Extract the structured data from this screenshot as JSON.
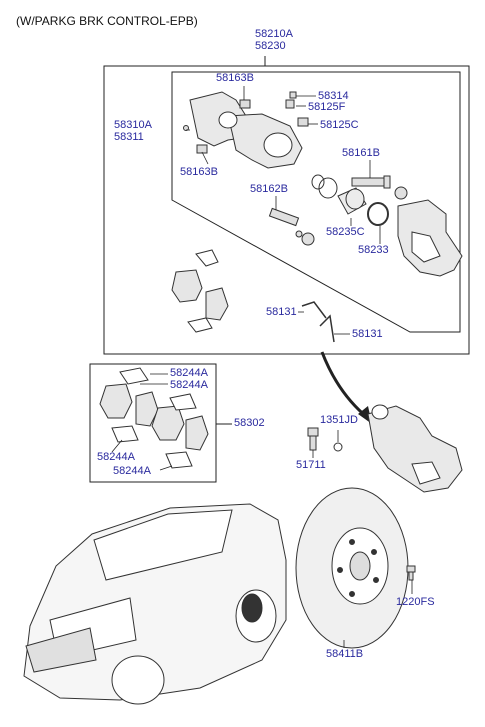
{
  "header": {
    "note": "(W/PARKG BRK CONTROL-EPB)"
  },
  "colors": {
    "label": "#2a2a9e",
    "line": "#222222",
    "part": "#333333",
    "header": "#111111"
  },
  "parts": {
    "caliper_assembly": [
      "58210A",
      "58230"
    ],
    "caliper_body": [
      "58310A",
      "58311"
    ],
    "bolt_top": "58163B",
    "bolt_bottom": "58163B",
    "bleeder_screw": "58314",
    "bleeder_cap": "58125F",
    "hose_bolt": "58125C",
    "guide_rod_upper": "58161B",
    "guide_rod_lower": "58162B",
    "piston": "58235C",
    "piston_seal": "58233",
    "spring_upper": "58131",
    "spring_lower": "58131",
    "pad_kit": "58302",
    "shim_a1": "58244A",
    "shim_a2": "58244A",
    "shim_a3": "58244A",
    "shim_a4": "58244A",
    "bolt_mount": "51711",
    "washer": "1351JD",
    "disc": "58411B",
    "disc_screw": "1220FS"
  }
}
